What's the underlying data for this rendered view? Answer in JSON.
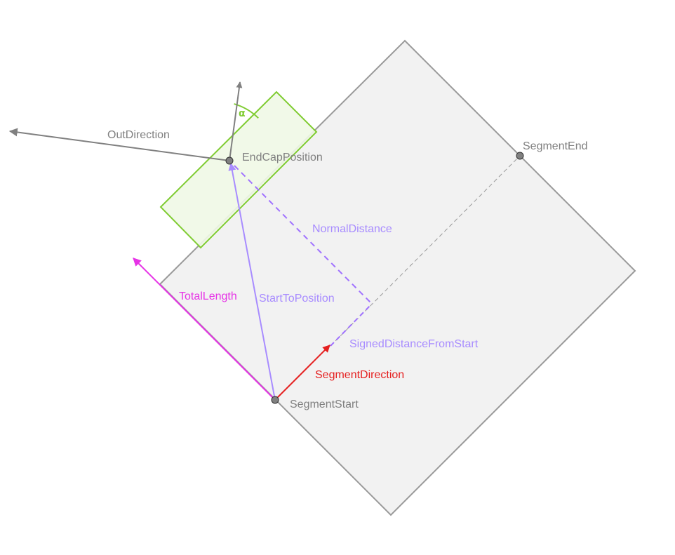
{
  "colors": {
    "segment_fill": "#f2f2f2",
    "segment_stroke": "#999999",
    "endcap_fill": "#eff8e6",
    "endcap_stroke": "#80cc33",
    "point_fill": "#808080",
    "gray_text": "#808080",
    "purple": "#a88cff",
    "purple_dashed": "#a072ff",
    "magenta": "#e633e6",
    "red": "#e52020"
  },
  "labels": {
    "out_direction": "OutDirection",
    "end_cap_position": "EndCapPosition",
    "segment_end": "SegmentEnd",
    "normal_distance": "NormalDistance",
    "total_length": "TotalLength",
    "start_to_position": "StartToPosition",
    "signed_distance_from_start": "SignedDistanceFromStart",
    "segment_direction": "SegmentDirection",
    "segment_start": "SegmentStart",
    "alpha": "α"
  }
}
